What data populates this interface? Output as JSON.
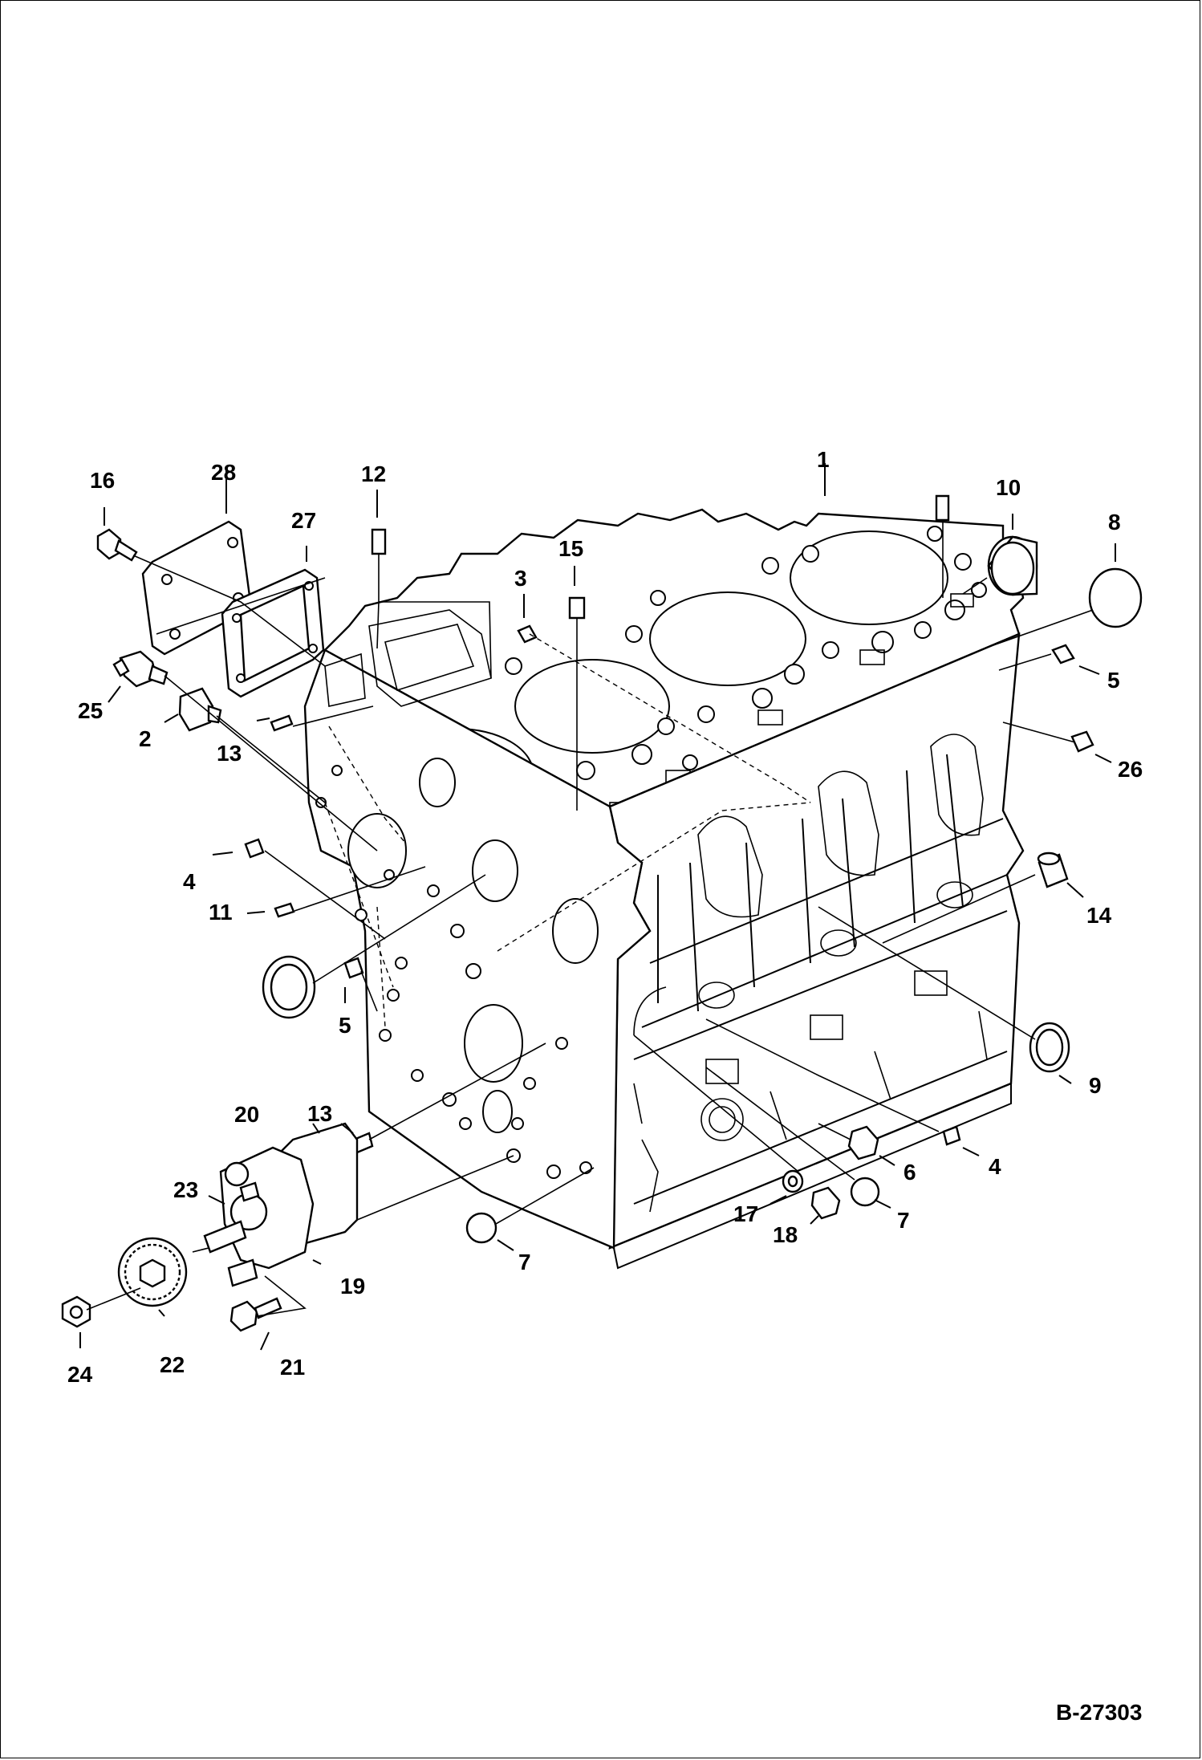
{
  "drawing_ref": "B-27303",
  "callouts": [
    {
      "id": "c1",
      "text": "1"
    },
    {
      "id": "c2",
      "text": "2"
    },
    {
      "id": "c3",
      "text": "3"
    },
    {
      "id": "c4a",
      "text": "4"
    },
    {
      "id": "c4b",
      "text": "4"
    },
    {
      "id": "c5a",
      "text": "5"
    },
    {
      "id": "c5b",
      "text": "5"
    },
    {
      "id": "c6",
      "text": "6"
    },
    {
      "id": "c7a",
      "text": "7"
    },
    {
      "id": "c7b",
      "text": "7"
    },
    {
      "id": "c8",
      "text": "8"
    },
    {
      "id": "c9",
      "text": "9"
    },
    {
      "id": "c10",
      "text": "10"
    },
    {
      "id": "c11",
      "text": "11"
    },
    {
      "id": "c12",
      "text": "12"
    },
    {
      "id": "c13a",
      "text": "13"
    },
    {
      "id": "c13b",
      "text": "13"
    },
    {
      "id": "c14",
      "text": "14"
    },
    {
      "id": "c15",
      "text": "15"
    },
    {
      "id": "c16",
      "text": "16"
    },
    {
      "id": "c17",
      "text": "17"
    },
    {
      "id": "c18",
      "text": "18"
    },
    {
      "id": "c19",
      "text": "19"
    },
    {
      "id": "c20",
      "text": "20"
    },
    {
      "id": "c21",
      "text": "21"
    },
    {
      "id": "c22",
      "text": "22"
    },
    {
      "id": "c23",
      "text": "23"
    },
    {
      "id": "c24",
      "text": "24"
    },
    {
      "id": "c25",
      "text": "25"
    },
    {
      "id": "c26",
      "text": "26"
    },
    {
      "id": "c27",
      "text": "27"
    },
    {
      "id": "c28",
      "text": "28"
    }
  ]
}
